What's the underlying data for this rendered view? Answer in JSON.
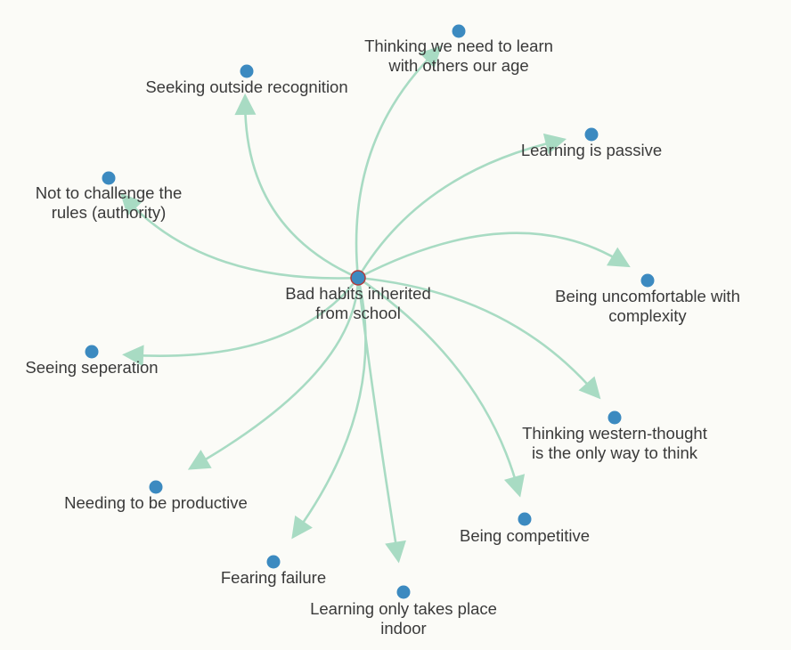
{
  "colors": {
    "background": "#fbfbf7",
    "edge": "#a8dbc3",
    "node": "#3c8ac0",
    "label": "#3a3a3a"
  },
  "center": {
    "id": "bad-habits",
    "label_lines": [
      "Bad habits inherited",
      "from school"
    ]
  },
  "nodes": [
    {
      "id": "thinking-learn-others-age",
      "label_lines": [
        "Thinking we need to learn",
        "with others our age"
      ]
    },
    {
      "id": "seeking-outside-recognition",
      "label_lines": [
        "Seeking outside recognition"
      ]
    },
    {
      "id": "learning-is-passive",
      "label_lines": [
        "Learning is passive"
      ]
    },
    {
      "id": "not-challenge-rules",
      "label_lines": [
        "Not to challenge the",
        "rules (authority)"
      ]
    },
    {
      "id": "uncomfortable-complexity",
      "label_lines": [
        "Being uncomfortable with",
        "complexity"
      ]
    },
    {
      "id": "seeing-seperation",
      "label_lines": [
        "Seeing seperation"
      ]
    },
    {
      "id": "western-thought",
      "label_lines": [
        "Thinking western-thought",
        "is the only way to think"
      ]
    },
    {
      "id": "needing-productive",
      "label_lines": [
        "Needing to be productive"
      ]
    },
    {
      "id": "being-competitive",
      "label_lines": [
        "Being competitive"
      ]
    },
    {
      "id": "fearing-failure",
      "label_lines": [
        "Fearing failure"
      ]
    },
    {
      "id": "learning-indoor",
      "label_lines": [
        "Learning only takes place",
        "indoor"
      ]
    }
  ]
}
